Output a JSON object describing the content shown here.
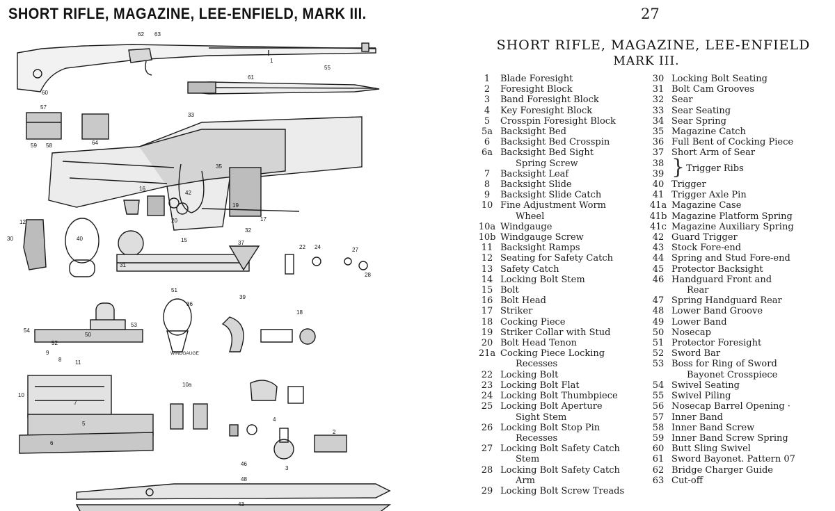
{
  "left_page": {
    "title": "SHORT RIFLE, MAGAZINE, LEE-ENFIELD, MARK III.",
    "callouts": {
      "c62": "62",
      "c63": "63",
      "c1": "1",
      "c55": "55",
      "c60": "60",
      "c61": "61",
      "c57": "57",
      "c59": "59",
      "c58": "58",
      "c64": "64",
      "c33": "33",
      "c16": "16",
      "c42": "42",
      "c20": "20",
      "c19": "19",
      "c17": "17",
      "c12": "12",
      "c30": "30",
      "c40": "40",
      "c15": "15",
      "c31": "31",
      "c32": "32",
      "c37": "37",
      "c22": "22",
      "c24": "24",
      "c27": "27",
      "c28": "28",
      "c51": "51",
      "c36": "36",
      "c39": "39",
      "c18": "18",
      "c54": "54",
      "c52": "52",
      "c50": "50",
      "c53": "53",
      "windgauge": "WINDGAUGE",
      "c9": "9",
      "c8": "8",
      "c11": "11",
      "c10": "10",
      "c6": "6",
      "c7": "7",
      "c5": "5",
      "c4": "4",
      "c3": "3",
      "c2": "2",
      "c46": "46",
      "c48": "48",
      "c43": "43",
      "c10a": "10a",
      "c35": "35"
    }
  },
  "right_page": {
    "page_number": "27",
    "title": "SHORT RIFLE, MAGAZINE, LEE-ENFIELD",
    "subtitle": "MARK III.",
    "column_a": [
      {
        "num": "1",
        "name": "Blade Foresight"
      },
      {
        "num": "2",
        "name": "Foresight Block"
      },
      {
        "num": "3",
        "name": "Band Foresight Block"
      },
      {
        "num": "4",
        "name": "Key Foresight Block"
      },
      {
        "num": "5",
        "name": "Crosspin Foresight Block"
      },
      {
        "num": "5a",
        "name": "Backsight Bed"
      },
      {
        "num": "6",
        "name": "Backsight Bed Crosspin"
      },
      {
        "num": "6a",
        "name": "Backsight Bed Sight"
      },
      {
        "num": "",
        "name": "Spring Screw"
      },
      {
        "num": "7",
        "name": "Backsight Leaf"
      },
      {
        "num": "8",
        "name": "Backsight Slide"
      },
      {
        "num": "9",
        "name": "Backsight Slide Catch"
      },
      {
        "num": "10",
        "name": "Fine Adjustment Worm"
      },
      {
        "num": "",
        "name": "Wheel"
      },
      {
        "num": "10a",
        "name": "Windgauge"
      },
      {
        "num": "10b",
        "name": "Windgauge Screw"
      },
      {
        "num": "11",
        "name": "Backsight Ramps"
      },
      {
        "num": "12",
        "name": "Seating for Safety Catch"
      },
      {
        "num": "13",
        "name": "Safety Catch"
      },
      {
        "num": "14",
        "name": "Locking Bolt Stem"
      },
      {
        "num": "15",
        "name": "Bolt"
      },
      {
        "num": "16",
        "name": "Bolt Head"
      },
      {
        "num": "17",
        "name": "Striker"
      },
      {
        "num": "18",
        "name": "Cocking Piece"
      },
      {
        "num": "19",
        "name": "Striker Collar with Stud"
      },
      {
        "num": "20",
        "name": "Bolt Head Tenon"
      },
      {
        "num": "21a",
        "name": "Cocking Piece Locking"
      },
      {
        "num": "",
        "name": "Recesses"
      },
      {
        "num": "22",
        "name": "Locking Bolt"
      },
      {
        "num": "23",
        "name": "Locking Bolt Flat"
      },
      {
        "num": "24",
        "name": "Locking Bolt Thumbpiece"
      },
      {
        "num": "25",
        "name": "Locking Bolt Aperture"
      },
      {
        "num": "",
        "name": "Sight Stem"
      },
      {
        "num": "26",
        "name": "Locking Bolt Stop Pin"
      },
      {
        "num": "",
        "name": "Recesses"
      },
      {
        "num": "27",
        "name": "Locking Bolt Safety Catch"
      },
      {
        "num": "",
        "name": "Stem"
      },
      {
        "num": "28",
        "name": "Locking Bolt Safety Catch"
      },
      {
        "num": "",
        "name": "Arm"
      },
      {
        "num": "29",
        "name": "Locking Bolt Screw Treads"
      }
    ],
    "column_b_before": [
      {
        "num": "30",
        "name": "Locking Bolt Seating"
      },
      {
        "num": "31",
        "name": "Bolt Cam Grooves"
      },
      {
        "num": "32",
        "name": "Sear"
      },
      {
        "num": "33",
        "name": "Sear Seating"
      },
      {
        "num": "34",
        "name": "Sear Spring"
      },
      {
        "num": "35",
        "name": "Magazine Catch"
      },
      {
        "num": "36",
        "name": "Full Bent of Cocking Piece"
      },
      {
        "num": "37",
        "name": "Short Arm of Sear"
      }
    ],
    "bracket": {
      "num_a": "38",
      "num_b": "39",
      "name": "Trigger Ribs"
    },
    "column_b_after": [
      {
        "num": "40",
        "name": "Trigger"
      },
      {
        "num": "41",
        "name": "Trigger Axle Pin"
      },
      {
        "num": "41a",
        "name": "Magazine Case"
      },
      {
        "num": "41b",
        "name": "Magazine Platform Spring"
      },
      {
        "num": "41c",
        "name": "Magazine Auxiliary Spring"
      },
      {
        "num": "42",
        "name": "Guard Trigger"
      },
      {
        "num": "43",
        "name": "Stock Fore-end"
      },
      {
        "num": "44",
        "name": "Spring and Stud Fore-end"
      },
      {
        "num": "45",
        "name": "Protector Backsight"
      },
      {
        "num": "46",
        "name": "Handguard Front and"
      },
      {
        "num": "",
        "name": "Rear"
      },
      {
        "num": "47",
        "name": "Spring Handguard Rear"
      },
      {
        "num": "48",
        "name": "Lower Band Groove"
      },
      {
        "num": "49",
        "name": "Lower Band"
      },
      {
        "num": "50",
        "name": "Nosecap"
      },
      {
        "num": "51",
        "name": "Protector Foresight"
      },
      {
        "num": "52",
        "name": "Sword Bar"
      },
      {
        "num": "53",
        "name": "Boss for Ring of Sword"
      },
      {
        "num": "",
        "name": "Bayonet Crosspiece"
      },
      {
        "num": "54",
        "name": "Swivel Seating"
      },
      {
        "num": "55",
        "name": "Swivel Piling"
      },
      {
        "num": "56",
        "name": "Nosecap Barrel Opening ·"
      },
      {
        "num": "57",
        "name": "Inner Band"
      },
      {
        "num": "58",
        "name": "Inner Band Screw"
      },
      {
        "num": "59",
        "name": "Inner Band Screw Spring"
      },
      {
        "num": "60",
        "name": "Butt Sling Swivel"
      },
      {
        "num": "61",
        "name": "Sword Bayonet. Pattern 07"
      },
      {
        "num": "62",
        "name": "Bridge Charger Guide"
      },
      {
        "num": "63",
        "name": "Cut-off"
      }
    ],
    "stray_mark": "|"
  }
}
